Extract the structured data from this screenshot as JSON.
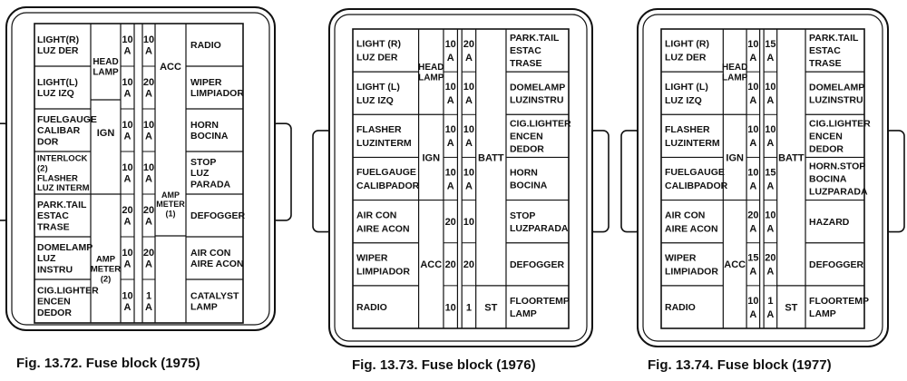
{
  "figures": [
    {
      "caption": "Fig. 13.72. Fuse block (1975)",
      "circuits": [
        {
          "lines": [
            "LIGHT(R)",
            "LUZ DER"
          ]
        },
        {
          "lines": [
            "LIGHT(L)",
            "LUZ IZQ"
          ]
        },
        {
          "lines": [
            "FUELGAUGE",
            "CALIBAR",
            "DOR"
          ]
        },
        {
          "lines": [
            "INTERLOCK",
            "(2)",
            "FLASHER",
            "LUZ INTERM"
          ]
        },
        {
          "lines": [
            "PARK.TAIL",
            "ESTAC",
            "TRASE"
          ]
        },
        {
          "lines": [
            "DOMELAMP",
            "LUZ",
            "INSTRU"
          ]
        },
        {
          "lines": [
            "CIG.LIGHTER",
            "ENCEN",
            "DEDOR"
          ]
        },
        {
          "lines": [
            "RADIO"
          ]
        },
        {
          "lines": [
            "WIPER",
            "LIMPIADOR"
          ]
        },
        {
          "lines": [
            "HORN",
            "BOCINA"
          ]
        },
        {
          "lines": [
            "STOP",
            "LUZ",
            "PARADA"
          ]
        },
        {
          "lines": [
            "DEFOGGER"
          ]
        },
        {
          "lines": [
            "AIR CON",
            "AIRE ACON"
          ]
        },
        {
          "lines": [
            "CATALYST",
            "LAMP"
          ]
        }
      ],
      "groups": [
        {
          "lines": [
            "HEAD",
            "LAMP"
          ]
        },
        {
          "lines": [
            "IGN"
          ]
        },
        {
          "lines": [
            "AMP",
            "METER",
            "(2)"
          ]
        },
        {
          "lines": [
            "ACC"
          ]
        },
        {
          "lines": [
            "AMP",
            "METER",
            "(1)"
          ]
        }
      ],
      "ratings": [
        {
          "lines": [
            "10",
            "A"
          ]
        },
        {
          "lines": [
            "10",
            "A"
          ]
        },
        {
          "lines": [
            "10",
            "A"
          ]
        },
        {
          "lines": [
            "20",
            "A"
          ]
        },
        {
          "lines": [
            "10",
            "A"
          ]
        },
        {
          "lines": [
            "10",
            "A"
          ]
        },
        {
          "lines": [
            "10",
            "A"
          ]
        },
        {
          "lines": [
            "10",
            "A"
          ]
        },
        {
          "lines": [
            "20",
            "A"
          ]
        },
        {
          "lines": [
            "20",
            "A"
          ]
        },
        {
          "lines": [
            "10",
            "A"
          ]
        },
        {
          "lines": [
            "20",
            "A"
          ]
        },
        {
          "lines": [
            "10",
            "A"
          ]
        },
        {
          "lines": [
            "1",
            "A"
          ]
        }
      ]
    },
    {
      "caption": "Fig. 13.73. Fuse block (1976)",
      "circuits": [
        {
          "lines": [
            "LIGHT (R)",
            "LUZ DER"
          ]
        },
        {
          "lines": [
            "LIGHT (L)",
            "LUZ IZQ"
          ]
        },
        {
          "lines": [
            "FLASHER",
            "LUZINTERM"
          ]
        },
        {
          "lines": [
            "FUELGAUGE",
            "CALIBPADOR"
          ]
        },
        {
          "lines": [
            "AIR CON",
            "AIRE ACON"
          ]
        },
        {
          "lines": [
            "WIPER",
            "LIMPIADOR"
          ]
        },
        {
          "lines": [
            "RADIO"
          ]
        },
        {
          "lines": [
            "PARK.TAIL",
            "ESTAC",
            "TRASE"
          ]
        },
        {
          "lines": [
            "DOMELAMP",
            "LUZINSTRU"
          ]
        },
        {
          "lines": [
            "CIG.LIGHTER",
            "ENCEN",
            "DEDOR"
          ]
        },
        {
          "lines": [
            "HORN",
            "BOCINA"
          ]
        },
        {
          "lines": [
            "STOP",
            "LUZPARADA"
          ]
        },
        {
          "lines": [
            "DEFOGGER"
          ]
        },
        {
          "lines": [
            "FLOORTEMP",
            "LAMP"
          ]
        }
      ],
      "groups": [
        {
          "lines": [
            "HEAD",
            "LAMP"
          ]
        },
        {
          "lines": [
            "IGN"
          ]
        },
        {
          "lines": [
            "ACC"
          ]
        },
        {
          "lines": [
            "BATT"
          ]
        },
        {
          "lines": [
            "ST"
          ]
        }
      ],
      "ratings": [
        {
          "lines": [
            "10",
            "A"
          ]
        },
        {
          "lines": [
            "20",
            "A"
          ]
        },
        {
          "lines": [
            "10",
            "A"
          ]
        },
        {
          "lines": [
            "10",
            "A"
          ]
        },
        {
          "lines": [
            "10",
            "A"
          ]
        },
        {
          "lines": [
            "10",
            "A"
          ]
        },
        {
          "lines": [
            "10",
            "A"
          ]
        },
        {
          "lines": [
            "10",
            "A"
          ]
        },
        {
          "lines": [
            "20"
          ]
        },
        {
          "lines": [
            "10"
          ]
        },
        {
          "lines": [
            "20"
          ]
        },
        {
          "lines": [
            "20"
          ]
        },
        {
          "lines": [
            "10"
          ]
        },
        {
          "lines": [
            "1"
          ]
        }
      ]
    },
    {
      "caption": "Fig. 13.74. Fuse block (1977)",
      "circuits": [
        {
          "lines": [
            "LIGHT (R)",
            "LUZ DER"
          ]
        },
        {
          "lines": [
            "LIGHT (L)",
            "LUZ IZQ"
          ]
        },
        {
          "lines": [
            "FLASHER",
            "LUZINTERM"
          ]
        },
        {
          "lines": [
            "FUELGAUGE",
            "CALIBPADOR"
          ]
        },
        {
          "lines": [
            "AIR CON",
            "AIRE ACON"
          ]
        },
        {
          "lines": [
            "WIPER",
            "LIMPIADOR"
          ]
        },
        {
          "lines": [
            "RADIO"
          ]
        },
        {
          "lines": [
            "PARK.TAIL",
            "ESTAC",
            "TRASE"
          ]
        },
        {
          "lines": [
            "DOMELAMP",
            "LUZINSTRU"
          ]
        },
        {
          "lines": [
            "CIG.LIGHTER",
            "ENCEN",
            "DEDOR"
          ]
        },
        {
          "lines": [
            "HORN.STOP",
            "BOCINA",
            "LUZPARADA"
          ]
        },
        {
          "lines": [
            "HAZARD"
          ]
        },
        {
          "lines": [
            "DEFOGGER"
          ]
        },
        {
          "lines": [
            "FLOORTEMP",
            "LAMP"
          ]
        }
      ],
      "groups": [
        {
          "lines": [
            "HEAD",
            "LAMP"
          ]
        },
        {
          "lines": [
            "IGN"
          ]
        },
        {
          "lines": [
            "ACC"
          ]
        },
        {
          "lines": [
            "BATT"
          ]
        },
        {
          "lines": [
            "ST"
          ]
        }
      ],
      "ratings": [
        {
          "lines": [
            "10",
            "A"
          ]
        },
        {
          "lines": [
            "15",
            "A"
          ]
        },
        {
          "lines": [
            "10",
            "A"
          ]
        },
        {
          "lines": [
            "10",
            "A"
          ]
        },
        {
          "lines": [
            "10",
            "A"
          ]
        },
        {
          "lines": [
            "10",
            "A"
          ]
        },
        {
          "lines": [
            "10",
            "A"
          ]
        },
        {
          "lines": [
            "15",
            "A"
          ]
        },
        {
          "lines": [
            "20",
            "A"
          ]
        },
        {
          "lines": [
            "10",
            "A"
          ]
        },
        {
          "lines": [
            "15",
            "A"
          ]
        },
        {
          "lines": [
            "20",
            "A"
          ]
        },
        {
          "lines": [
            "10",
            "A"
          ]
        },
        {
          "lines": [
            "1",
            "A"
          ]
        }
      ]
    }
  ]
}
